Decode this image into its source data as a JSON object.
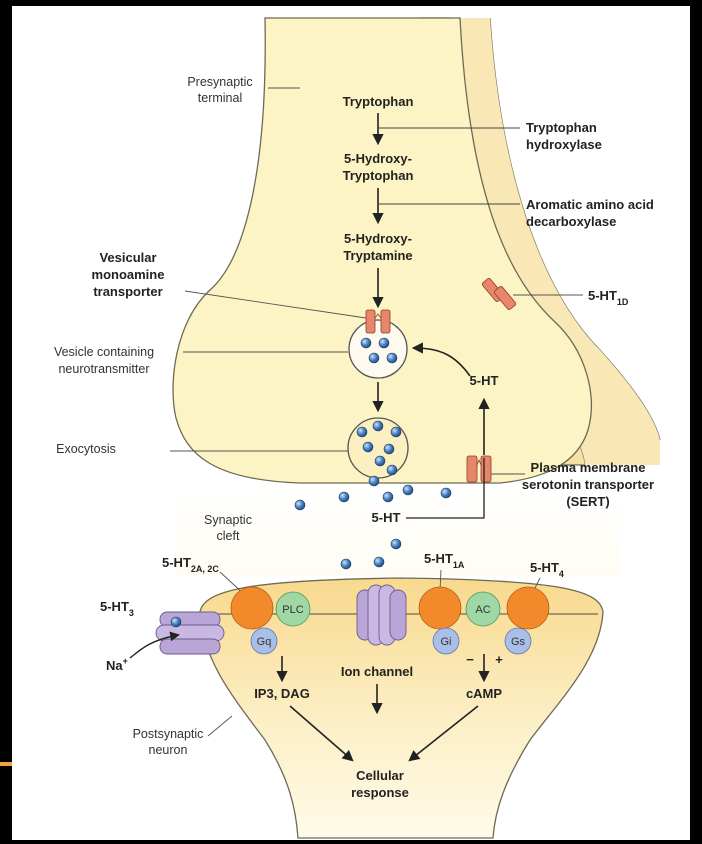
{
  "labels": {
    "presynaptic": [
      "Presynaptic",
      "terminal"
    ],
    "vesicular_transporter": [
      "Vesicular",
      "monoamine",
      "transporter"
    ],
    "vesicle_containing": [
      "Vesicle containing",
      "neurotransmitter"
    ],
    "exocytosis": "Exocytosis",
    "synaptic_cleft": [
      "Synaptic",
      "cleft"
    ],
    "postsynaptic": [
      "Postsynaptic",
      "neuron"
    ],
    "ion_channel": "Ion channel",
    "cellular_response": [
      "Cellular",
      "response"
    ]
  },
  "pathway": {
    "tryptophan": "Tryptophan",
    "hydroxy_tryptophan": [
      "5-Hydroxy-",
      "Tryptophan"
    ],
    "hydroxy_tryptamine": [
      "5-Hydroxy-",
      "Tryptamine"
    ]
  },
  "enzymes": {
    "tryptophan_hydroxylase": [
      "Tryptophan",
      "hydroxylase"
    ],
    "aadc": [
      "Aromatic amino acid",
      "decarboxylase"
    ]
  },
  "serotonin": {
    "reuptake": "5-HT",
    "cleft": "5-HT"
  },
  "sert": [
    "Plasma membrane",
    "serotonin transporter",
    "(SERT)"
  ],
  "receptors": {
    "ht1d": {
      "base": "5-HT",
      "sub": "1D"
    },
    "ht2": {
      "base": "5-HT",
      "sub": "2A, 2C"
    },
    "ht1a": {
      "base": "5-HT",
      "sub": "1A"
    },
    "ht4": {
      "base": "5-HT",
      "sub": "4"
    },
    "ht3": {
      "base": "5-HT",
      "sub": "3"
    }
  },
  "proteins": {
    "plc": "PLC",
    "gq": "Gq",
    "ac": "AC",
    "gi": "Gi",
    "gs": "Gs"
  },
  "messengers": {
    "ip3_dag": "IP3, DAG",
    "camp": "cAMP",
    "minus": "−",
    "plus": "+"
  },
  "sodium": {
    "base": "Na",
    "sup": "+"
  },
  "colors": {
    "cell_fill": "#fcf4c4",
    "membrane": "#6e6a55",
    "receptor_orange": "#f28a2b",
    "protein_green": "#9fd8a4",
    "protein_blue": "#a9bfe8",
    "channel_purple": "#b9a6d6",
    "transporter": "#e7866b",
    "molecule": "#4d84c4"
  }
}
